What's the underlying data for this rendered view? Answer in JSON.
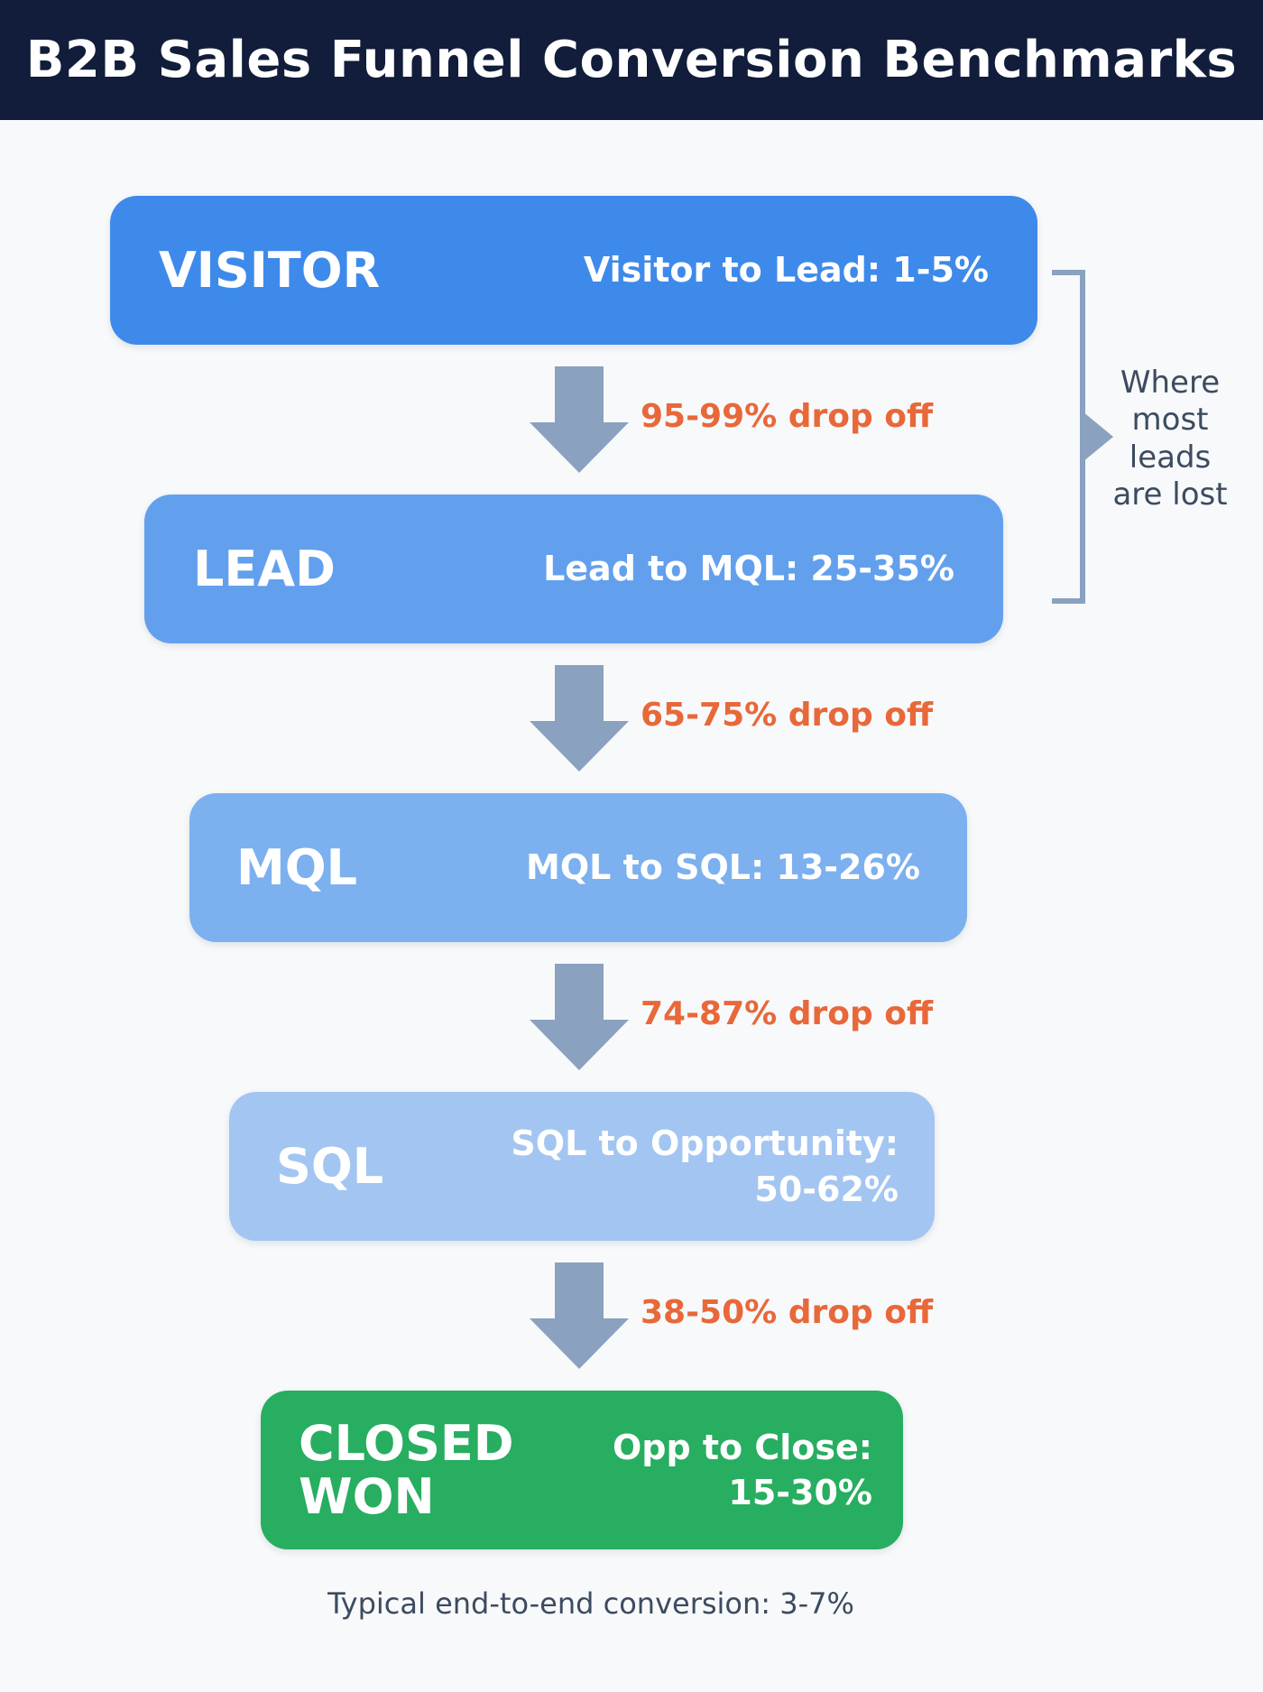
{
  "header": {
    "title": "B2B Sales Funnel Conversion Benchmarks"
  },
  "stages": [
    {
      "name": "VISITOR",
      "rate": "Visitor to Lead: 1-5%",
      "color": "#3e8aeb"
    },
    {
      "name": "LEAD",
      "rate": "Lead to MQL: 25-35%",
      "color": "#62a0ee"
    },
    {
      "name": "MQL",
      "rate": "MQL to SQL: 13-26%",
      "color": "#7cb0ef"
    },
    {
      "name": "SQL",
      "rate": "SQL to Opportunity:\n50-62%",
      "color": "#a3c5f1"
    },
    {
      "name": "CLOSED\nWON",
      "rate": "Opp to Close:\n15-30%",
      "color": "#27ae60"
    }
  ],
  "drop_offs": [
    {
      "label": "95-99% drop off"
    },
    {
      "label": "65-75% drop off"
    },
    {
      "label": "74-87% drop off"
    },
    {
      "label": "38-50% drop off"
    }
  ],
  "annotation": {
    "label": "Where\nmost\nleads\nare lost"
  },
  "footer": {
    "text": "Typical end-to-end conversion: 3-7%"
  },
  "colors": {
    "header_bg": "#111d3a",
    "arrow": "#8aa1bf",
    "drop_text": "#e8683a",
    "annotation_text": "#3c4b60"
  },
  "chart_data": {
    "type": "funnel",
    "title": "B2B Sales Funnel Conversion Benchmarks",
    "stages": [
      "Visitor",
      "Lead",
      "MQL",
      "SQL",
      "Closed Won"
    ],
    "conversion_rates": [
      {
        "from": "Visitor",
        "to": "Lead",
        "range": [
          1,
          5
        ]
      },
      {
        "from": "Lead",
        "to": "MQL",
        "range": [
          25,
          35
        ]
      },
      {
        "from": "MQL",
        "to": "SQL",
        "range": [
          13,
          26
        ]
      },
      {
        "from": "SQL",
        "to": "Opportunity",
        "range": [
          50,
          62
        ]
      },
      {
        "from": "Opportunity",
        "to": "Close",
        "range": [
          15,
          30
        ]
      }
    ],
    "drop_off_rates": [
      {
        "after": "Visitor",
        "range": [
          95,
          99
        ]
      },
      {
        "after": "Lead",
        "range": [
          65,
          75
        ]
      },
      {
        "after": "MQL",
        "range": [
          74,
          87
        ]
      },
      {
        "after": "SQL",
        "range": [
          38,
          50
        ]
      }
    ],
    "annotation": "Where most leads are lost (Visitor to Lead)",
    "end_to_end_conversion": [
      3,
      7
    ]
  }
}
